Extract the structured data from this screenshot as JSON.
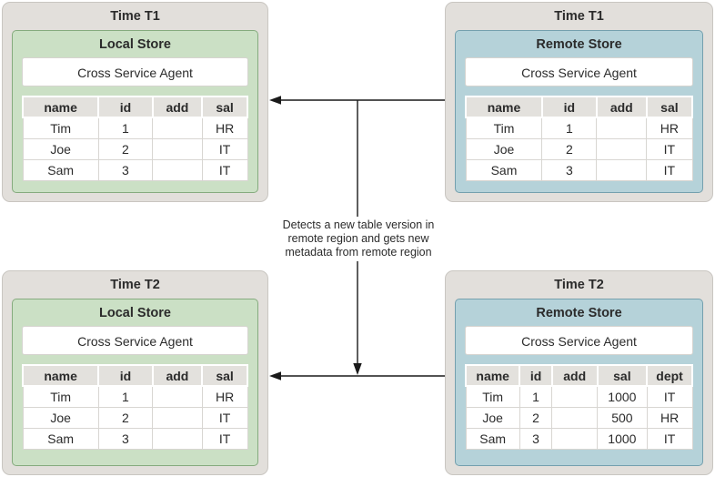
{
  "colors": {
    "panel_bg": "#e2dfdb",
    "panel_border": "#c9c6c1",
    "local_bg": "#cbe0c5",
    "local_border": "#85ab7e",
    "remote_bg": "#b5d2d9",
    "remote_border": "#74a0ae",
    "header_bg": "#e3e1dd",
    "grid": "#d8d6d2",
    "arrow": "#1a1a1a",
    "text": "#2b2b2b"
  },
  "panels": [
    {
      "time_label": "Time T1",
      "store_label": "Local Store",
      "variant": "local",
      "agent_label": "Cross Service Agent",
      "table": {
        "headers": [
          "name",
          "id",
          "add",
          "sal"
        ],
        "rows": [
          [
            "Tim",
            "1",
            "",
            "HR"
          ],
          [
            "Joe",
            "2",
            "",
            "IT"
          ],
          [
            "Sam",
            "3",
            "",
            "IT"
          ]
        ]
      }
    },
    {
      "time_label": "Time T1",
      "store_label": "Remote Store",
      "variant": "remote",
      "agent_label": "Cross Service Agent",
      "table": {
        "headers": [
          "name",
          "id",
          "add",
          "sal"
        ],
        "rows": [
          [
            "Tim",
            "1",
            "",
            "HR"
          ],
          [
            "Joe",
            "2",
            "",
            "IT"
          ],
          [
            "Sam",
            "3",
            "",
            "IT"
          ]
        ]
      }
    },
    {
      "time_label": "Time T2",
      "store_label": "Local Store",
      "variant": "local",
      "agent_label": "Cross Service Agent",
      "table": {
        "headers": [
          "name",
          "id",
          "add",
          "sal"
        ],
        "rows": [
          [
            "Tim",
            "1",
            "",
            "HR"
          ],
          [
            "Joe",
            "2",
            "",
            "IT"
          ],
          [
            "Sam",
            "3",
            "",
            "IT"
          ]
        ]
      }
    },
    {
      "time_label": "Time T2",
      "store_label": "Remote Store",
      "variant": "remote",
      "agent_label": "Cross Service Agent",
      "table": {
        "headers": [
          "name",
          "id",
          "add",
          "sal",
          "dept"
        ],
        "rows": [
          [
            "Tim",
            "1",
            "",
            "1000",
            "IT"
          ],
          [
            "Joe",
            "2",
            "",
            "500",
            "HR"
          ],
          [
            "Sam",
            "3",
            "",
            "1000",
            "IT"
          ]
        ]
      }
    }
  ],
  "annotation": {
    "lines": [
      "Detects a new table version in",
      "remote region and gets new",
      "metadata from remote region"
    ]
  }
}
